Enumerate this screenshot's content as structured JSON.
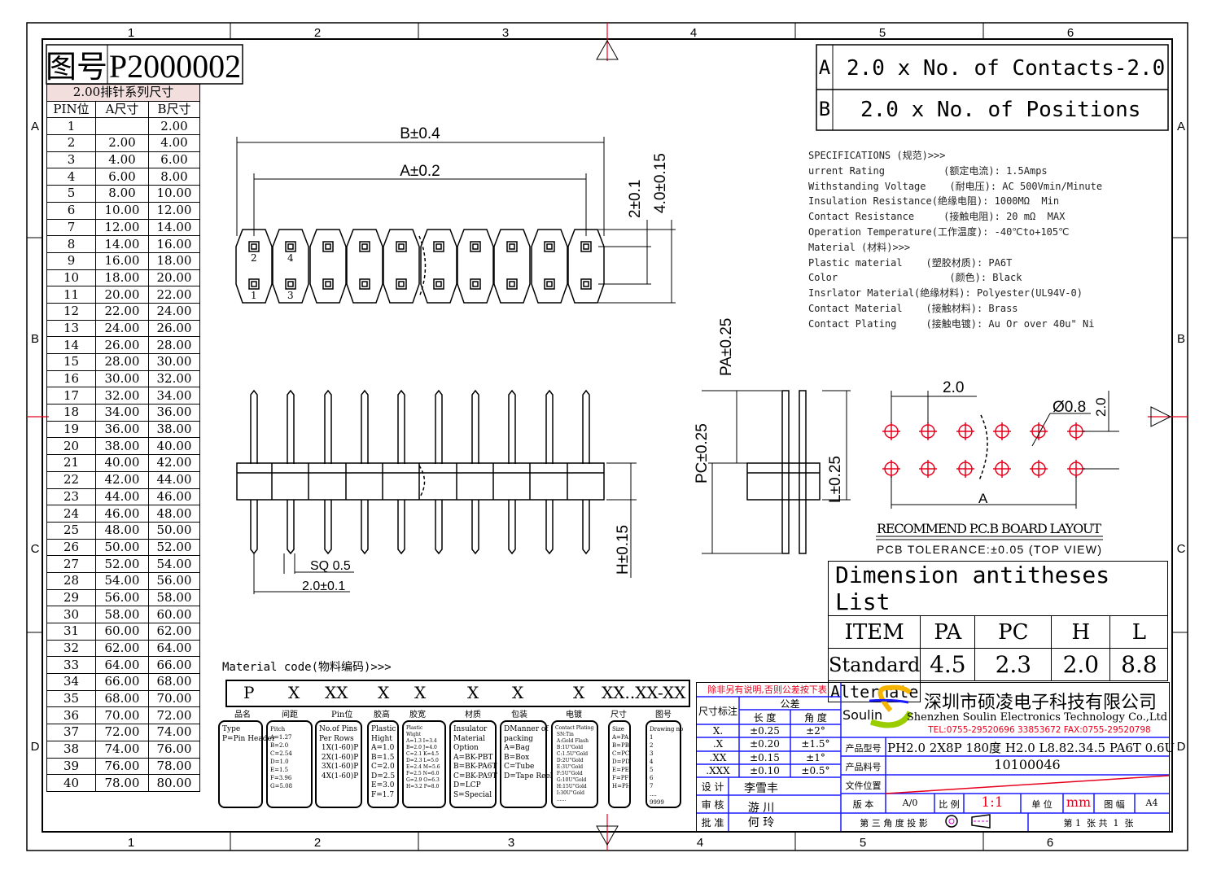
{
  "frame": {
    "col_labels": [
      "1",
      "2",
      "3",
      "4",
      "5",
      "6"
    ],
    "row_labels": [
      "A",
      "B",
      "C",
      "D"
    ]
  },
  "drawing_no": {
    "label": "图号",
    "value": "P2000002"
  },
  "pin_table": {
    "title": "2.00排针系列尺寸",
    "headers": [
      "PIN位",
      "A尺寸",
      "B尺寸"
    ],
    "rows": [
      [
        "1",
        "",
        "2.00"
      ],
      [
        "2",
        "2.00",
        "4.00"
      ],
      [
        "3",
        "4.00",
        "6.00"
      ],
      [
        "4",
        "6.00",
        "8.00"
      ],
      [
        "5",
        "8.00",
        "10.00"
      ],
      [
        "6",
        "10.00",
        "12.00"
      ],
      [
        "7",
        "12.00",
        "14.00"
      ],
      [
        "8",
        "14.00",
        "16.00"
      ],
      [
        "9",
        "16.00",
        "18.00"
      ],
      [
        "10",
        "18.00",
        "20.00"
      ],
      [
        "11",
        "20.00",
        "22.00"
      ],
      [
        "12",
        "22.00",
        "24.00"
      ],
      [
        "13",
        "24.00",
        "26.00"
      ],
      [
        "14",
        "26.00",
        "28.00"
      ],
      [
        "15",
        "28.00",
        "30.00"
      ],
      [
        "16",
        "30.00",
        "32.00"
      ],
      [
        "17",
        "32.00",
        "34.00"
      ],
      [
        "18",
        "34.00",
        "36.00"
      ],
      [
        "19",
        "36.00",
        "38.00"
      ],
      [
        "20",
        "38.00",
        "40.00"
      ],
      [
        "21",
        "40.00",
        "42.00"
      ],
      [
        "22",
        "42.00",
        "44.00"
      ],
      [
        "23",
        "44.00",
        "46.00"
      ],
      [
        "24",
        "46.00",
        "48.00"
      ],
      [
        "25",
        "48.00",
        "50.00"
      ],
      [
        "26",
        "50.00",
        "52.00"
      ],
      [
        "27",
        "52.00",
        "54.00"
      ],
      [
        "28",
        "54.00",
        "56.00"
      ],
      [
        "29",
        "56.00",
        "58.00"
      ],
      [
        "30",
        "58.00",
        "60.00"
      ],
      [
        "31",
        "60.00",
        "62.00"
      ],
      [
        "32",
        "62.00",
        "64.00"
      ],
      [
        "33",
        "64.00",
        "66.00"
      ],
      [
        "34",
        "66.00",
        "68.00"
      ],
      [
        "35",
        "68.00",
        "70.00"
      ],
      [
        "36",
        "70.00",
        "72.00"
      ],
      [
        "37",
        "72.00",
        "74.00"
      ],
      [
        "38",
        "74.00",
        "76.00"
      ],
      [
        "39",
        "76.00",
        "78.00"
      ],
      [
        "40",
        "78.00",
        "80.00"
      ]
    ]
  },
  "formulas": {
    "a_letter": "A",
    "a_text": "2.0 x No. of Contacts-2.0",
    "b_letter": "B",
    "b_text": "2.0 x No. of Positions"
  },
  "specifications": [
    "SPECIFICATIONS (规范)>>>",
    "urrent Rating          (额定电流): 1.5Amps",
    "Withstanding Voltage    (耐电压): AC 500Vmin/Minute",
    "Insulation Resistance(绝缘电阻): 1000MΩ  Min",
    "Contact Resistance     (接触电阻): 20 mΩ  MAX",
    "Operation Temperature(工作温度): -40℃to+105℃",
    "Material (材料)>>>",
    "Plastic material    (塑胶材质): PA6T",
    "Color                   (颜色): Black",
    "Insrlator Material(绝缘材料): Polyester(UL94V-0)",
    "Contact Material    (接触材料): Brass",
    "Contact Plating     (接触电镀): Au Or over 40u\" Ni"
  ],
  "top_view": {
    "dim_b": "B±0.4",
    "dim_a": "A±0.2",
    "dim_2": "2±0.1",
    "dim_4": "4.0±0.15",
    "pin_numbers": [
      "2",
      "4",
      "1",
      "3"
    ]
  },
  "side_view": {
    "sq": "SQ 0.5",
    "pitch": "2.0±0.1",
    "h": "H±0.15"
  },
  "end_view": {
    "pa": "PA±0.25",
    "pc": "PC±0.25",
    "l": "L±0.25"
  },
  "pcb_layout": {
    "pitch": "2.0",
    "hole": "Ø0.8",
    "row_pitch": "2.0",
    "dim_a": "A",
    "title": "RECOMMEND P.C.B BOARD LAYOUT",
    "tolerance": "PCB TOLERANCE:±0.05 (TOP VIEW)"
  },
  "dimension_list": {
    "title": "Dimension antitheses List",
    "headers": [
      "ITEM",
      "PA",
      "PC",
      "H",
      "L"
    ],
    "standard": [
      "Standard",
      "4.5",
      "2.3",
      "2.0",
      "8.8"
    ],
    "alternate": [
      "Alternate",
      "",
      "",
      "",
      ""
    ]
  },
  "material_code": {
    "title": "Material code(物料编码)>>>",
    "codes": [
      "P",
      "X",
      "XX",
      "X",
      "X",
      "X",
      "X",
      "X",
      "XX..XX-",
      "XX"
    ],
    "labels": [
      "品名",
      "间距",
      "Pin位",
      "胶高",
      "胶宽",
      "材质",
      "包装",
      "电镀",
      "尺寸",
      "图号"
    ],
    "boxes": [
      "Type\nP=Pin Header",
      "Pitch\nA=1.27\nB=2.0\nC=2.54\nD=1.0\nE=1.5\nF=3.96\nG=5.08",
      "No.of Pins\nPer Rows\n 1X(1-60)P\n 2X(1-60)P\n 3X(1-60)P\n 4X(1-60)P",
      "Plastic\nHight\nA=1.0\nB=1.5\nC=2.0\nD=2.5\nE=3.0\nF=1.7",
      "Plastic\nWight\nA=1.3 I=3.4\nB=2.0 J=4.0\nC=2.1 K=4.5\nD=2.3 L=5.0\nE=2.4 M=5.6\nF=2.5 N=6.0\nG=2.9 O=6.3\nH=3.2 P=8.0",
      "Insulator\nMaterial\nOption\nA=BK-PBT\nB=BK-PA6T\nC=BK-PA9T\nD=LCP\nS=Special",
      "DManner of\npacking\nA=Bag\nB=Box\nC=Tube\nD=Tape Reel",
      "Contact Plating\n SN:Tin\n A:Gold Flash\n B:1U\"Gold\n C:1.5U\"Gold\n D:2U\"Gold\n E:3U\"Gold\n F:5U\"Gold\n G:10U\"Gold\n H:15U\"Gold\n I:30U\"Gold\n ......",
      "Size\nA=PA\nB=PB\nC=PC\nD=PD\nE=PE\nF=PF\nH=PH",
      "Drawing no\n1\n2\n3\n4\n5\n6\n7\n....\n9999"
    ]
  },
  "title_block": {
    "note": "除非另有说明,否则公差按下表:",
    "tol_header": "尺寸标注",
    "tol_group": "公差",
    "tol_cols": [
      "长 度",
      "角 度"
    ],
    "tol_rows": [
      [
        "X.",
        "±0.25",
        "±2°"
      ],
      [
        ".X",
        "±0.20",
        "±1.5°"
      ],
      [
        ".XX",
        "±0.15",
        "±1°"
      ],
      [
        ".XXX",
        "±0.10",
        "±0.5°"
      ]
    ],
    "design_label": "设 计",
    "design": "李雪丰",
    "review_label": "审 核",
    "review": "游 川",
    "approve_label": "批 准",
    "approve": "何 玲",
    "logo": "Soulin",
    "company_cn": "深圳市硕凌电子科技有限公司",
    "company_en": "Shenzhen Soulin Electronics Technology Co.,Ltd",
    "contact": "TEL:0755-29520696 33853672    FAX:0755-29520798",
    "model_label": "产品型号",
    "model": "PH2.0 2X8P 180度 H2.0 L8.82.34.5 PA6T 0.6U",
    "part_label": "产品料号",
    "part": "10100046",
    "file_label": "文件位置",
    "version_label": "版 本",
    "version": "A/0",
    "scale_label": "比 例",
    "scale": "1:1",
    "unit_label": "单 位",
    "unit": "mm",
    "size_label": "图 幅",
    "size": "A4",
    "projection": "第 三 角 度 投 影",
    "sheet": "第 1  张 共  1  张"
  },
  "colors": {
    "red": "#e8001c",
    "blue": "#1a1aff",
    "pink": "#f3dede"
  }
}
